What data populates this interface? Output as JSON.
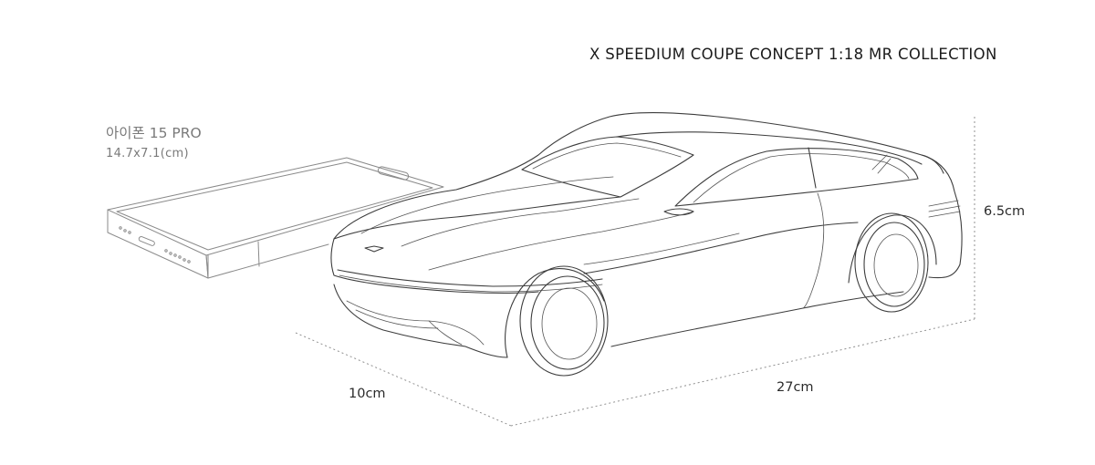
{
  "title": "X SPEEDIUM COUPE CONCEPT 1:18 MR COLLECTION",
  "phone": {
    "name": "아이폰 15 PRO",
    "size": "14.7x7.1(cm)"
  },
  "dimensions": {
    "height": "6.5cm",
    "length": "27cm",
    "width": "10cm"
  },
  "colors": {
    "background": "#ffffff",
    "line": "#3d3d3d",
    "phone_text": "#7a7a7a",
    "dimension_line": "#909090"
  }
}
